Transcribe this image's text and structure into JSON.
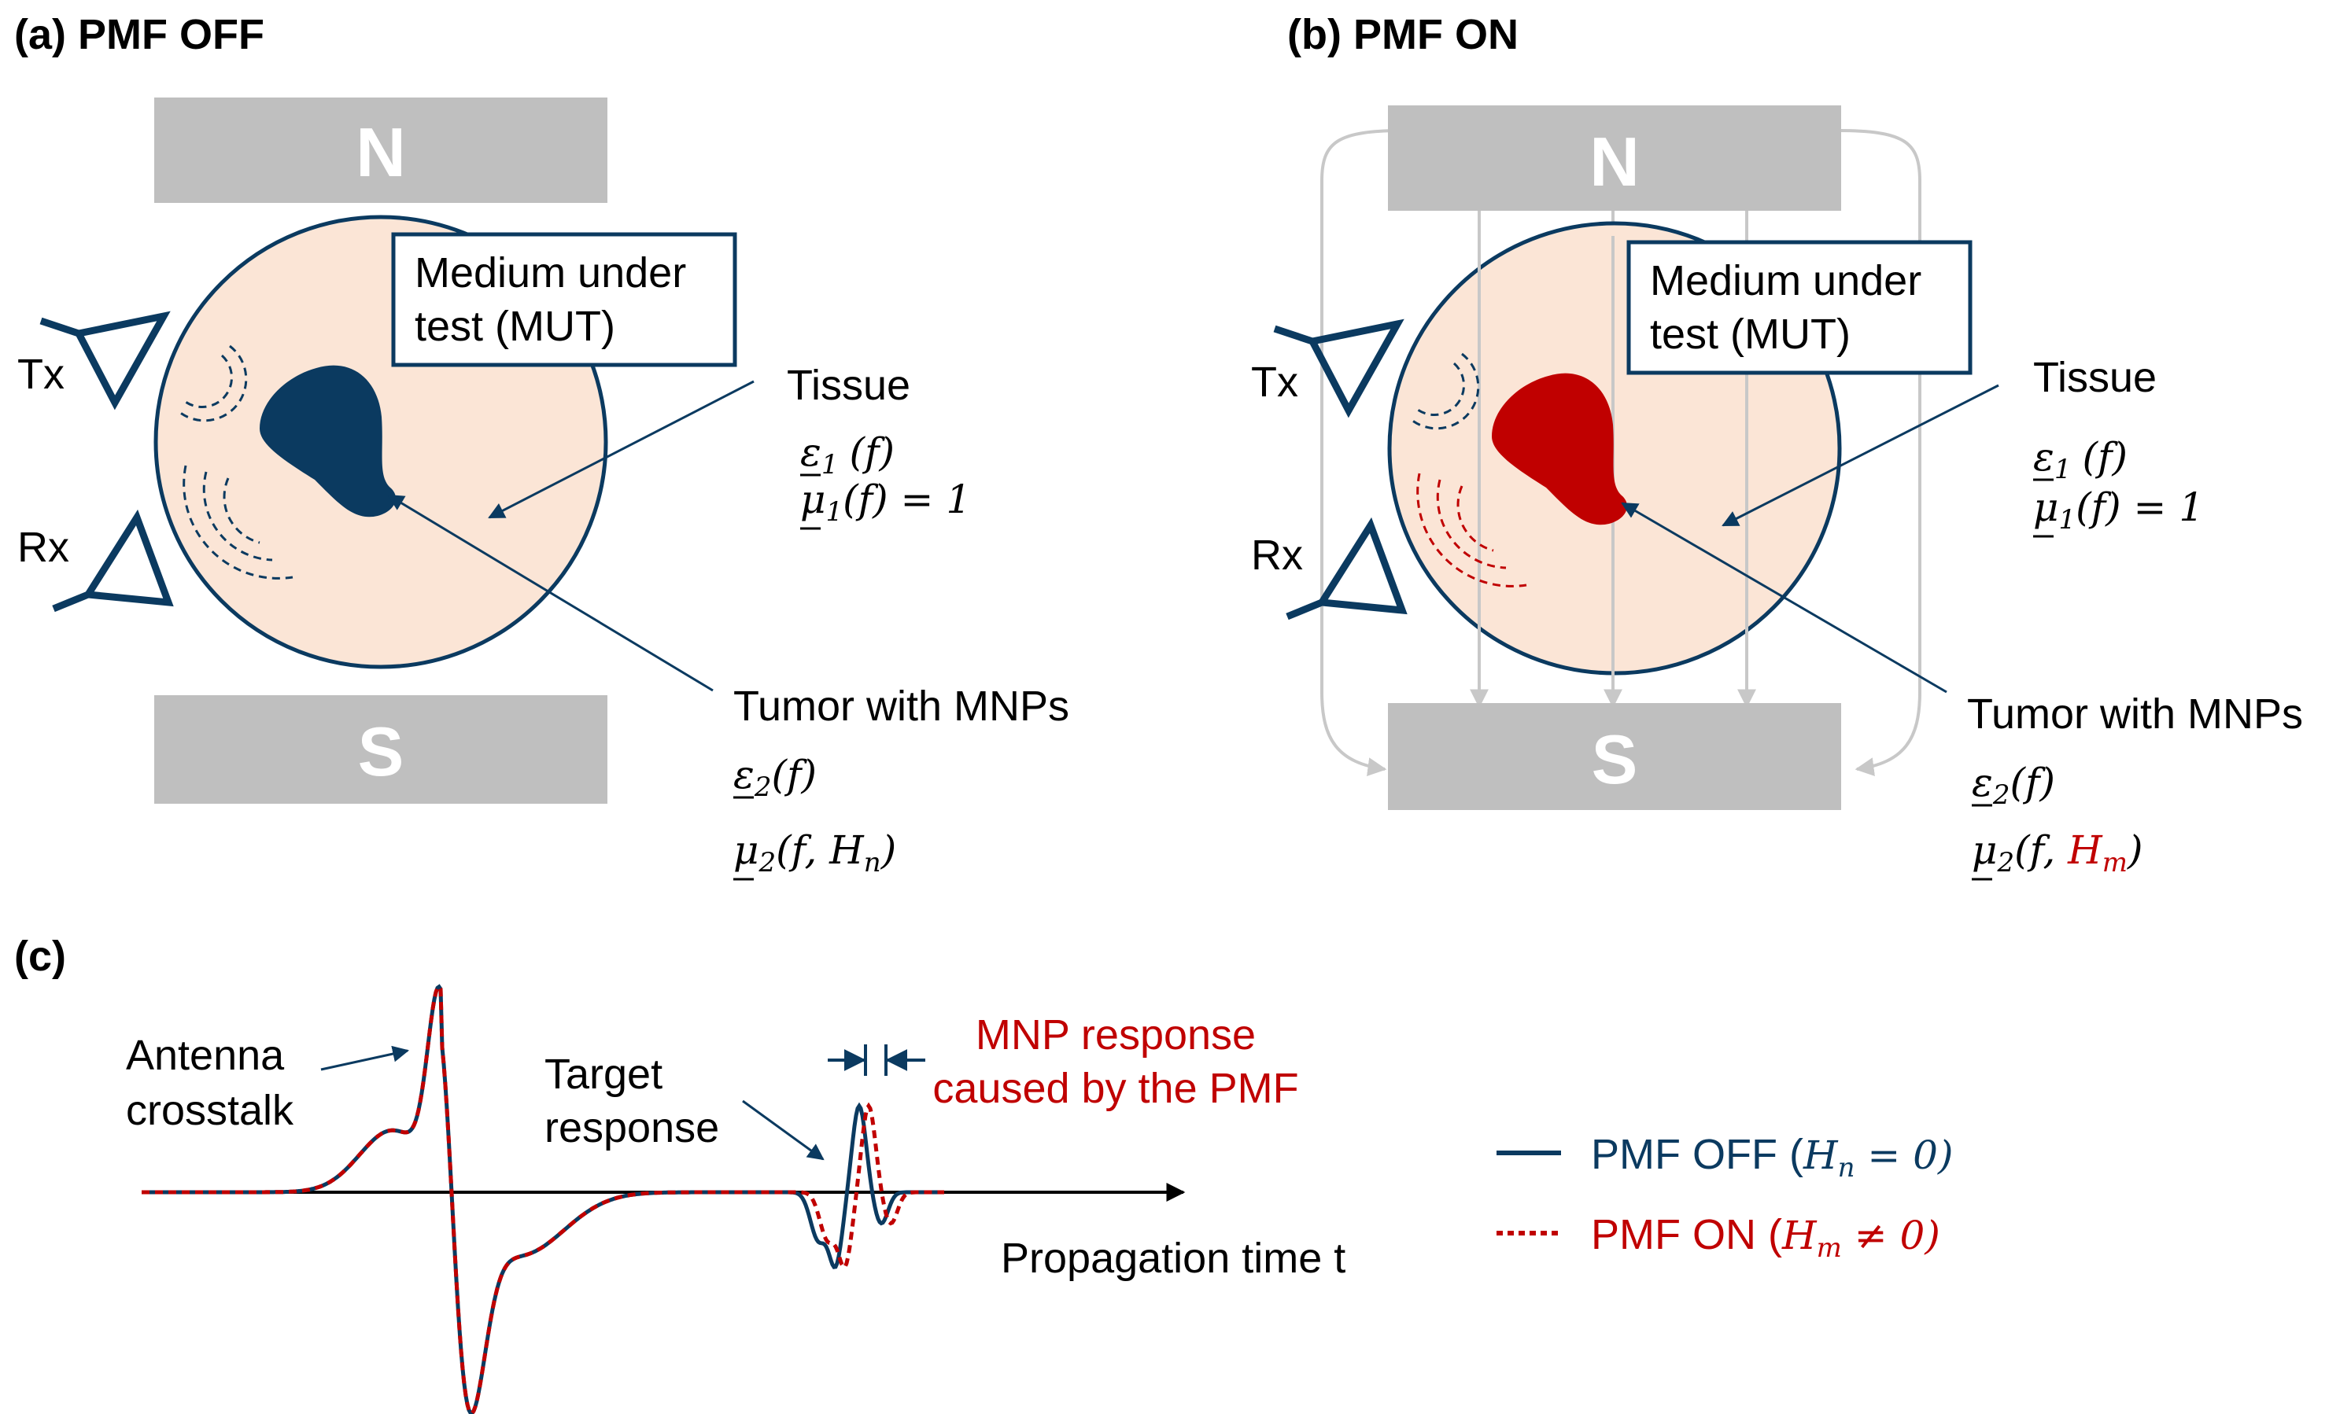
{
  "panel_a": {
    "title": "(a) PMF OFF",
    "magnet_top": "N",
    "magnet_bottom": "S",
    "mut_line1": "Medium under",
    "mut_line2": "test (MUT)",
    "tx": "Tx",
    "rx": "Rx",
    "tissue": "Tissue",
    "eps1_base": "ε",
    "eps1_sub": "1",
    "eps1_arg": "(f)",
    "mu1_base": "μ",
    "mu1_sub": "1",
    "mu1_arg": "(f) = 1",
    "tumor": "Tumor with MNPs",
    "eps2_base": "ε",
    "eps2_sub": "2",
    "eps2_arg": "(f)",
    "mu2_base": "μ",
    "mu2_sub": "2",
    "mu2_open": "(f, ",
    "mu2_h": "H",
    "mu2_hsub": "n",
    "mu2_close": ")"
  },
  "panel_b": {
    "title": "(b) PMF ON",
    "magnet_top": "N",
    "magnet_bottom": "S",
    "mut_line1": "Medium under",
    "mut_line2": "test (MUT)",
    "tx": "Tx",
    "rx": "Rx",
    "tissue": "Tissue",
    "eps1_base": "ε",
    "eps1_sub": "1",
    "eps1_arg": "(f)",
    "mu1_base": "μ",
    "mu1_sub": "1",
    "mu1_arg": "(f) = 1",
    "tumor": "Tumor with MNPs",
    "eps2_base": "ε",
    "eps2_sub": "2",
    "eps2_arg": "(f)",
    "mu2_base": "μ",
    "mu2_sub": "2",
    "mu2_open": "(f, ",
    "mu2_h": "H",
    "mu2_hsub": "m",
    "mu2_close": ")"
  },
  "panel_c": {
    "title": "(c)",
    "crosstalk_line1": "Antenna",
    "crosstalk_line2": "crosstalk",
    "target_line1": "Target",
    "target_line2": "response",
    "mnp_line1": "MNP response",
    "mnp_line2": "caused by the PMF",
    "axis_label": "Propagation time t",
    "legend_off_text": "PMF OFF (",
    "legend_off_h": "H",
    "legend_off_sub": "n",
    "legend_off_tail": " = 0)",
    "legend_on_text": "PMF ON (",
    "legend_on_h": "H",
    "legend_on_sub": "m",
    "legend_on_tail": " ≠ 0)"
  },
  "colors": {
    "magnet": "#bfbfbf",
    "tissue_fill": "#fbe5d6",
    "navy": "#0b3a60",
    "tumor_on": "#c00000",
    "field_lines": "#c8c8c8",
    "red_text": "#c00000"
  }
}
